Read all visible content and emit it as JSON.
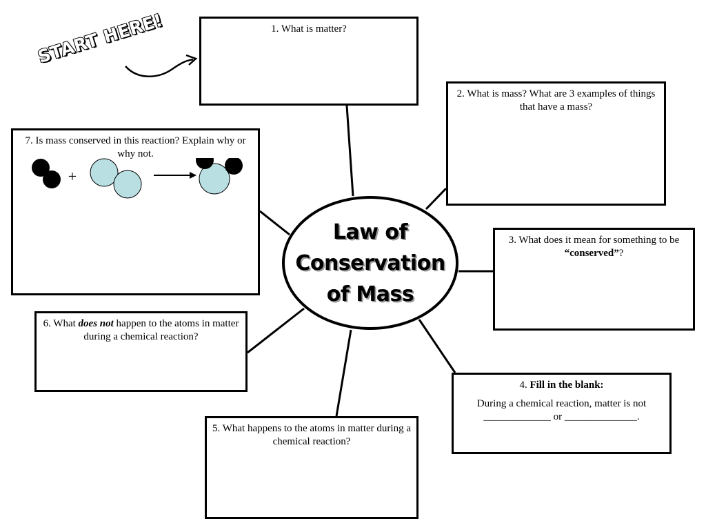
{
  "start_label": "START HERE!",
  "center": {
    "line1": "Law of",
    "line2": "Conservation",
    "line3": "of Mass"
  },
  "q1": {
    "text": "1. What is matter?"
  },
  "q2": {
    "text": "2. What is mass? What are 3 examples of things that have a mass?"
  },
  "q3": {
    "pre": "3. What does it mean for something to be ",
    "emph": "“conserved”",
    "post": "?"
  },
  "q4": {
    "num": "4. ",
    "title": "Fill in the blank:",
    "line1": "During a chemical reaction, matter is not",
    "line2": "_____________ or ______________."
  },
  "q5": {
    "text": "5. What happens to the atoms in matter during a chemical reaction?"
  },
  "q6": {
    "pre": "6. What ",
    "emph": "does not",
    "post": " happen to the atoms in matter during a chemical reaction?"
  },
  "q7": {
    "text": "7. Is mass conserved in this reaction? Explain why or why not.",
    "plus": "+"
  },
  "colors": {
    "atom_dark": "#000000",
    "atom_light": "#b9dfe3"
  }
}
